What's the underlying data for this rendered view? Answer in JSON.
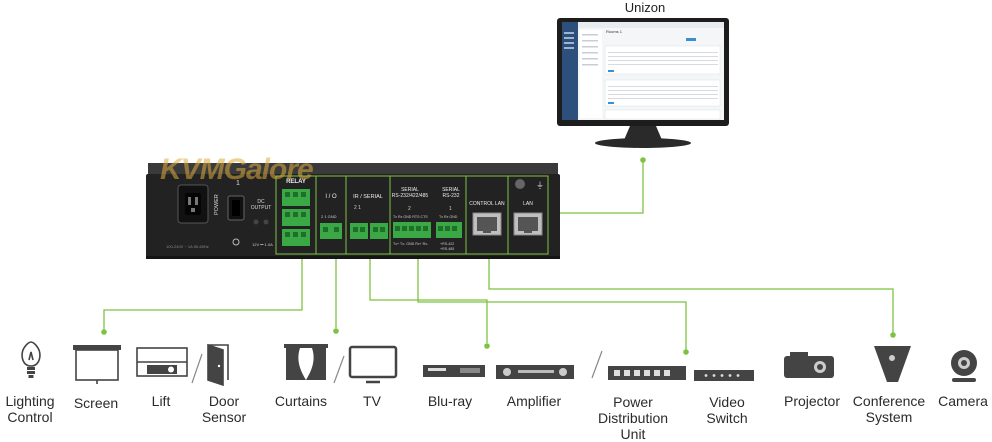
{
  "monitor": {
    "title": "Unizon",
    "screen_title": "Rooms 1"
  },
  "watermark": "KVMGalore",
  "device": {
    "labels": {
      "power": "POWER",
      "switch_num": "1",
      "dc_output": "DC\nOUTPUT",
      "dc_voltage": "12V ⎓ 1.0A",
      "relay": "RELAY",
      "io": "I / O",
      "io_pins": "2   1  GND",
      "ir_serial": "IR / SERIAL",
      "ir_pins": "2        1",
      "serial_1": "SERIAL\nRS-232/422/485",
      "serial_1_num": "2",
      "serial_1_pins": "Tx  Rx  GND RTS CTS",
      "serial_2": "SERIAL\nRS-232",
      "serial_2_num": "1",
      "serial_2_pins": "Tx  Rx  GND",
      "serial_bottom_1": "Tx+ Tx- GND Rx+ Rx-",
      "serial_bottom_2": "+RS-422",
      "serial_bottom_3": "+RS-485",
      "control_lan": "CONTROL LAN",
      "lan": "LAN",
      "ground": "⏚"
    }
  },
  "peripherals": [
    {
      "id": "lighting",
      "label": "Lighting\nControl",
      "icon": "bulb-icon"
    },
    {
      "id": "screen",
      "label": "Screen",
      "icon": "projection-screen-icon"
    },
    {
      "id": "lift",
      "label": "Lift",
      "icon": "projector-lift-icon"
    },
    {
      "id": "door",
      "label": "Door\nSensor",
      "icon": "door-icon"
    },
    {
      "id": "curtains",
      "label": "Curtains",
      "icon": "curtains-icon"
    },
    {
      "id": "tv",
      "label": "TV",
      "icon": "tv-icon"
    },
    {
      "id": "bluray",
      "label": "Blu-ray",
      "icon": "bluray-player-icon"
    },
    {
      "id": "amplifier",
      "label": "Amplifier",
      "icon": "amplifier-icon"
    },
    {
      "id": "pdu",
      "label": "Power\nDistribution\nUnit",
      "icon": "pdu-icon"
    },
    {
      "id": "videoswitch",
      "label": "Video\nSwitch",
      "icon": "video-switch-icon"
    },
    {
      "id": "projector",
      "label": "Projector",
      "icon": "projector-icon"
    },
    {
      "id": "conference",
      "label": "Conference\nSystem",
      "icon": "conference-phone-icon"
    },
    {
      "id": "camera",
      "label": "Camera",
      "icon": "camera-icon"
    }
  ],
  "colors": {
    "line": "#7dc242",
    "device": "#222222",
    "port_green": "#3aa845",
    "icon": "#444444"
  }
}
